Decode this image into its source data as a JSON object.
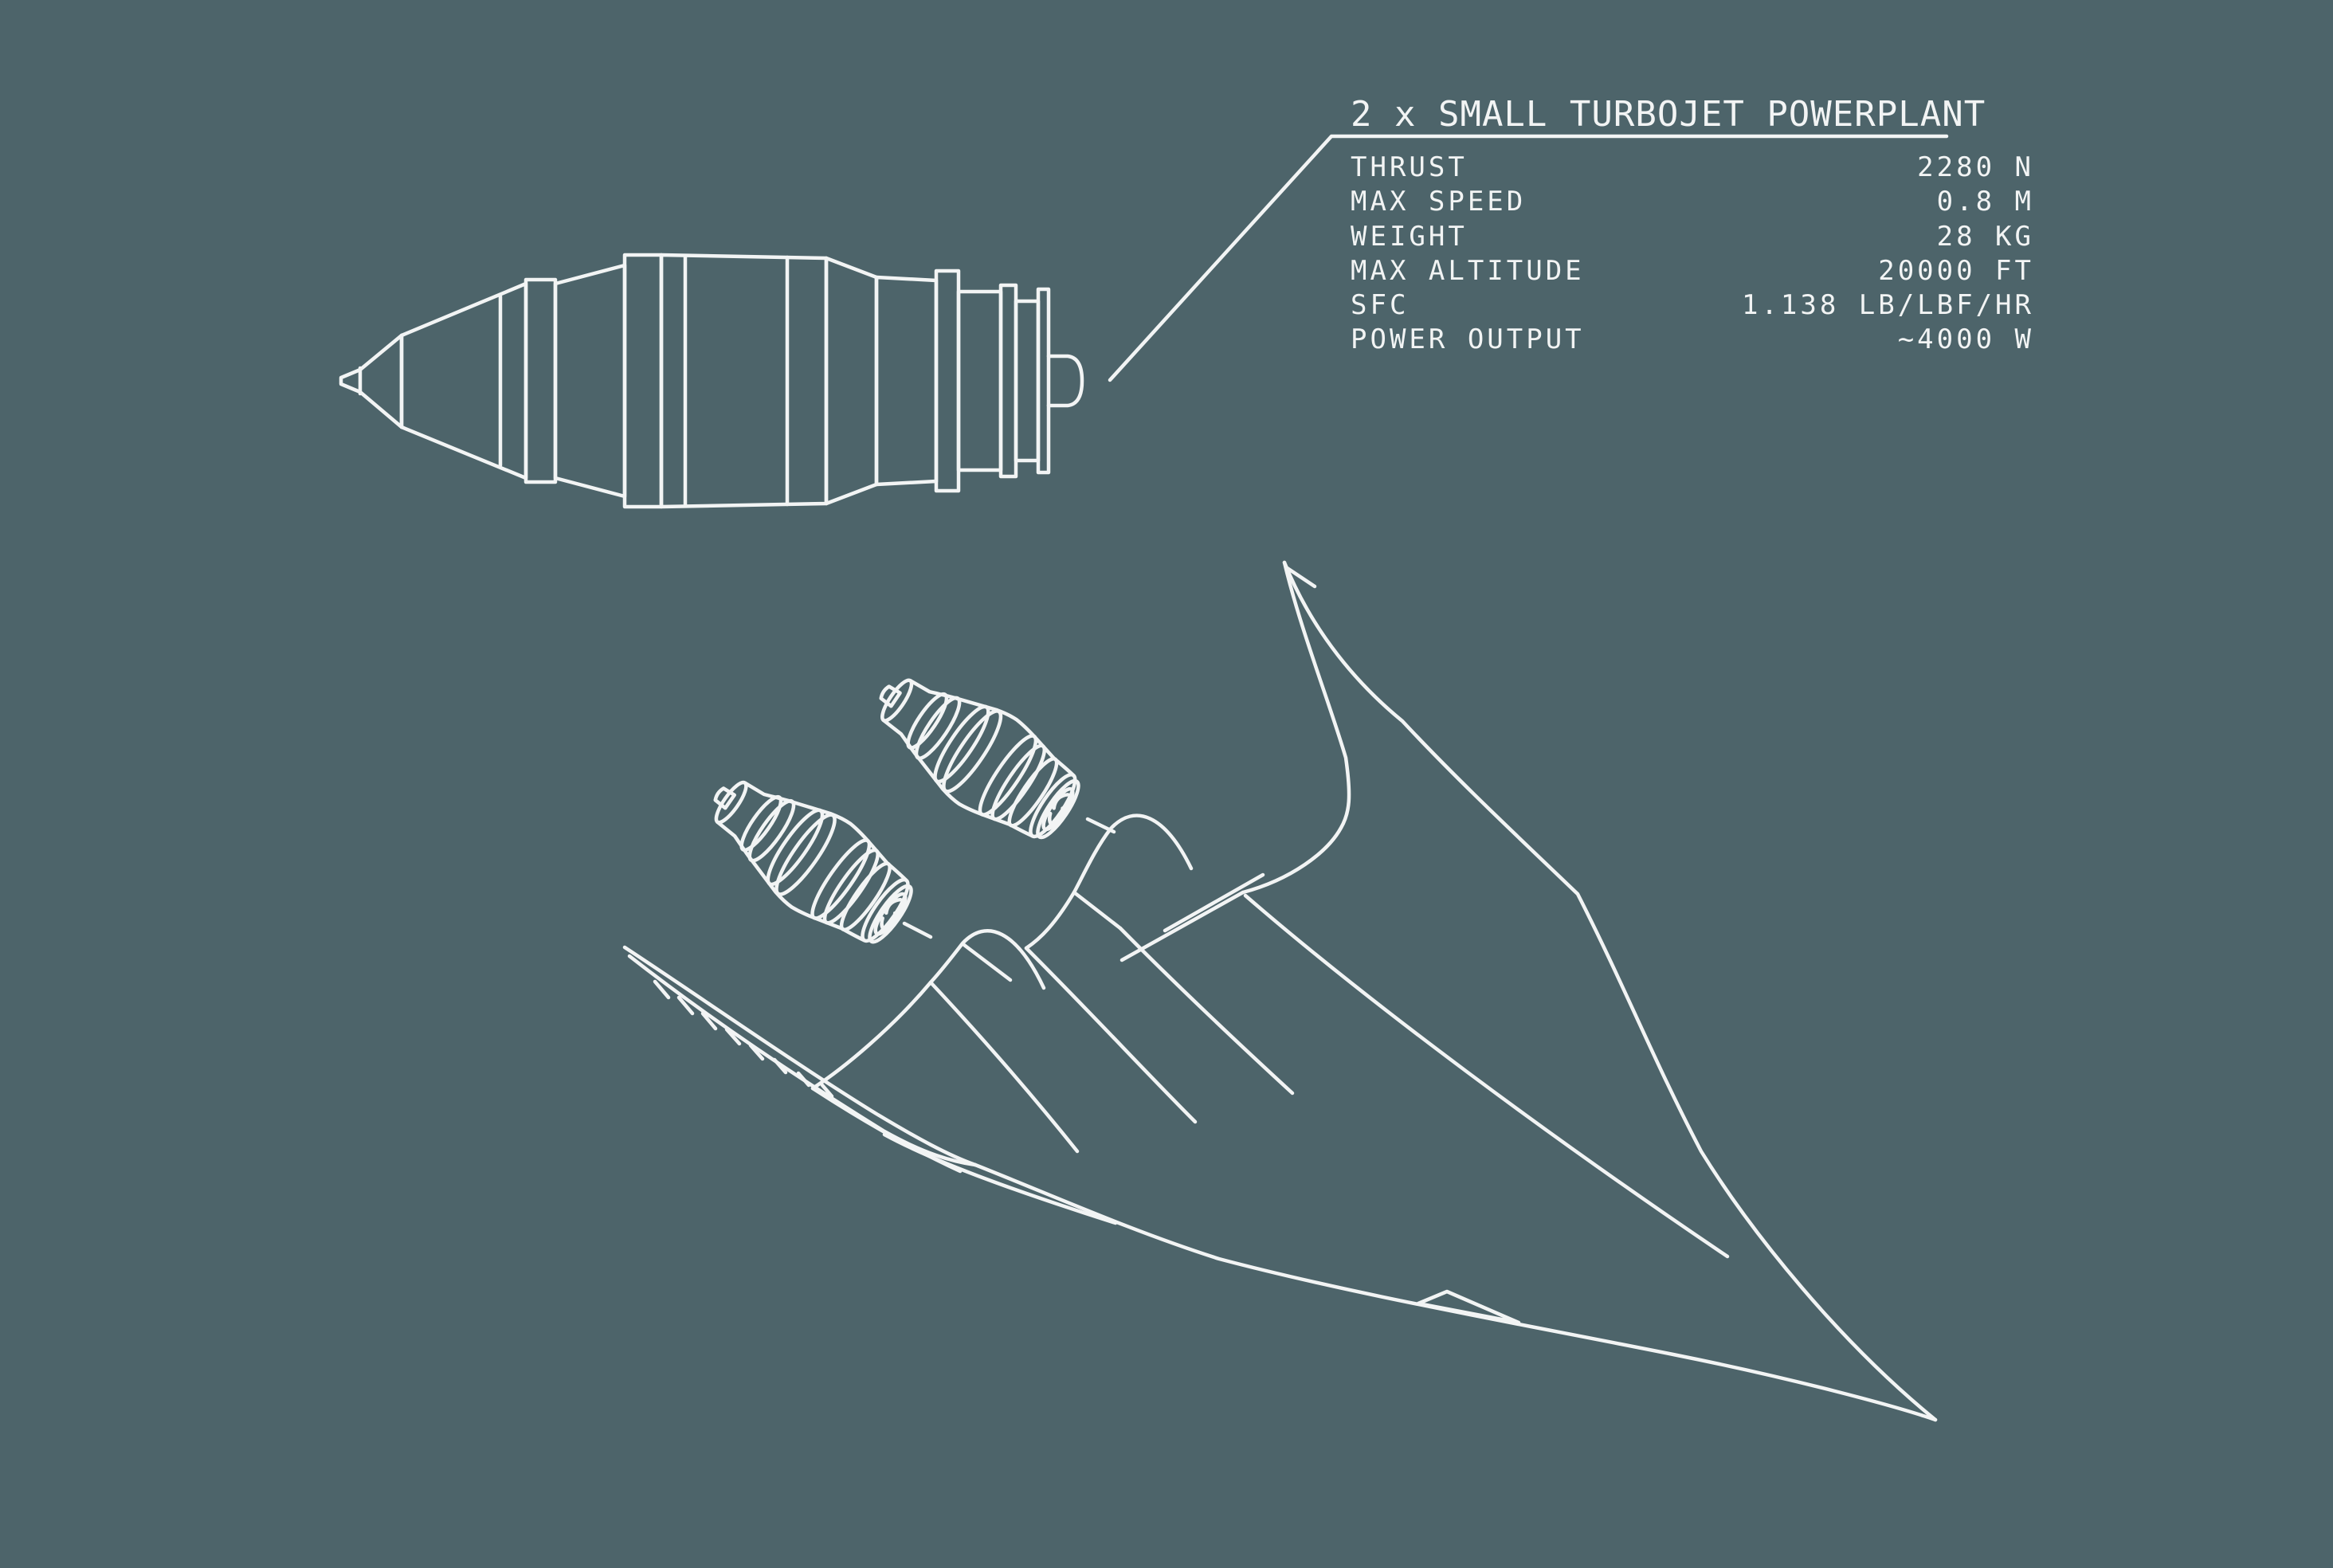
{
  "colors": {
    "background": "#4d646a",
    "line": "#f2f4f4"
  },
  "spec_panel": {
    "title": "2 x SMALL TURBOJET POWERPLANT",
    "rows": [
      {
        "label": "THRUST",
        "value": "2280 N"
      },
      {
        "label": "MAX SPEED",
        "value": "0.8 M"
      },
      {
        "label": "WEIGHT",
        "value": "28 KG"
      },
      {
        "label": "MAX ALTITUDE",
        "value": "20000 FT"
      },
      {
        "label": "SFC",
        "value": "1.138 LB/LBF/HR"
      },
      {
        "label": "POWER OUTPUT",
        "value": "~4000 W"
      }
    ]
  }
}
